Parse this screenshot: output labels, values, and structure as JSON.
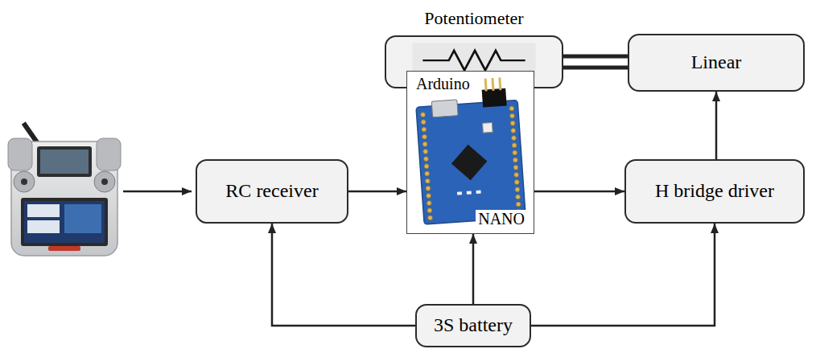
{
  "diagram": {
    "nodes": [
      {
        "text": [
          "Potentiometer"
        ]
      },
      {
        "text": [
          "Linear"
        ]
      },
      {
        "text": [
          "RC receiver"
        ]
      },
      {
        "text": [
          "Arduino",
          "NANO"
        ]
      },
      {
        "text": [
          "H bridge driver"
        ]
      },
      {
        "text": [
          "3S battery"
        ]
      }
    ],
    "edges": [
      {
        "from": 0,
        "to": 3,
        "arrow": "to"
      },
      {
        "from": 0,
        "to": 1,
        "arrow": "none"
      },
      {
        "from": 2,
        "to": 3,
        "arrow": "to"
      },
      {
        "from": 3,
        "to": 4,
        "arrow": "to"
      },
      {
        "from": 4,
        "to": 1,
        "arrow": "to"
      },
      {
        "from": 5,
        "to": 2,
        "arrow": "to"
      },
      {
        "from": 5,
        "to": 3,
        "arrow": "to"
      },
      {
        "from": 5,
        "to": 4,
        "arrow": "to"
      }
    ]
  }
}
